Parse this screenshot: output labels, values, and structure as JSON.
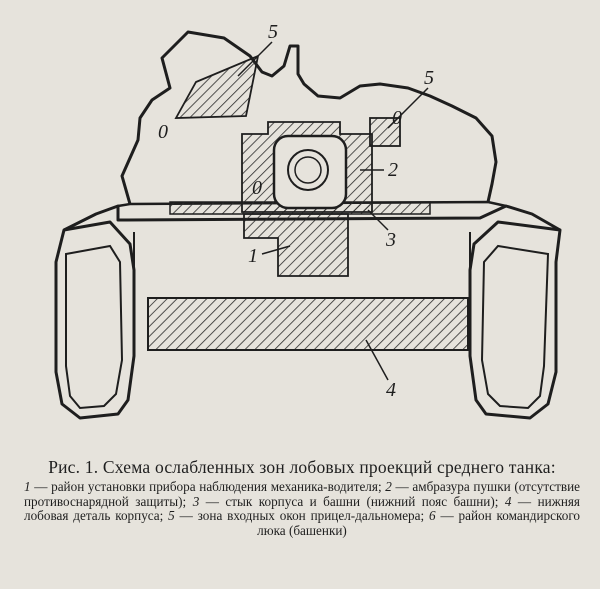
{
  "figure": {
    "callouts": [
      "5",
      "0",
      "5",
      "0",
      "0",
      "2",
      "1",
      "3",
      "4"
    ]
  },
  "caption": {
    "title": "Рис. 1. Схема ослабленных зон лобовых проекций среднего танка:",
    "legend": [
      {
        "num": "1",
        "text": " — район установки прибора наблюдения механика-водителя; "
      },
      {
        "num": "2",
        "text": " — амбразура пушки (отсутствие противоснарядной защиты); "
      },
      {
        "num": "3",
        "text": " — стык корпуса и башни (нижний пояс башни); "
      },
      {
        "num": "4",
        "text": " — нижняя лобовая деталь корпуса; "
      },
      {
        "num": "5",
        "text": " — зона входных окон прицел-дальномера; "
      },
      {
        "num": "6",
        "text": " — район командирского люка (башенки)"
      }
    ]
  },
  "colors": {
    "paper": "#e6e3dc",
    "ink": "#1e1e1e",
    "hatch": "#2a2a2a"
  }
}
